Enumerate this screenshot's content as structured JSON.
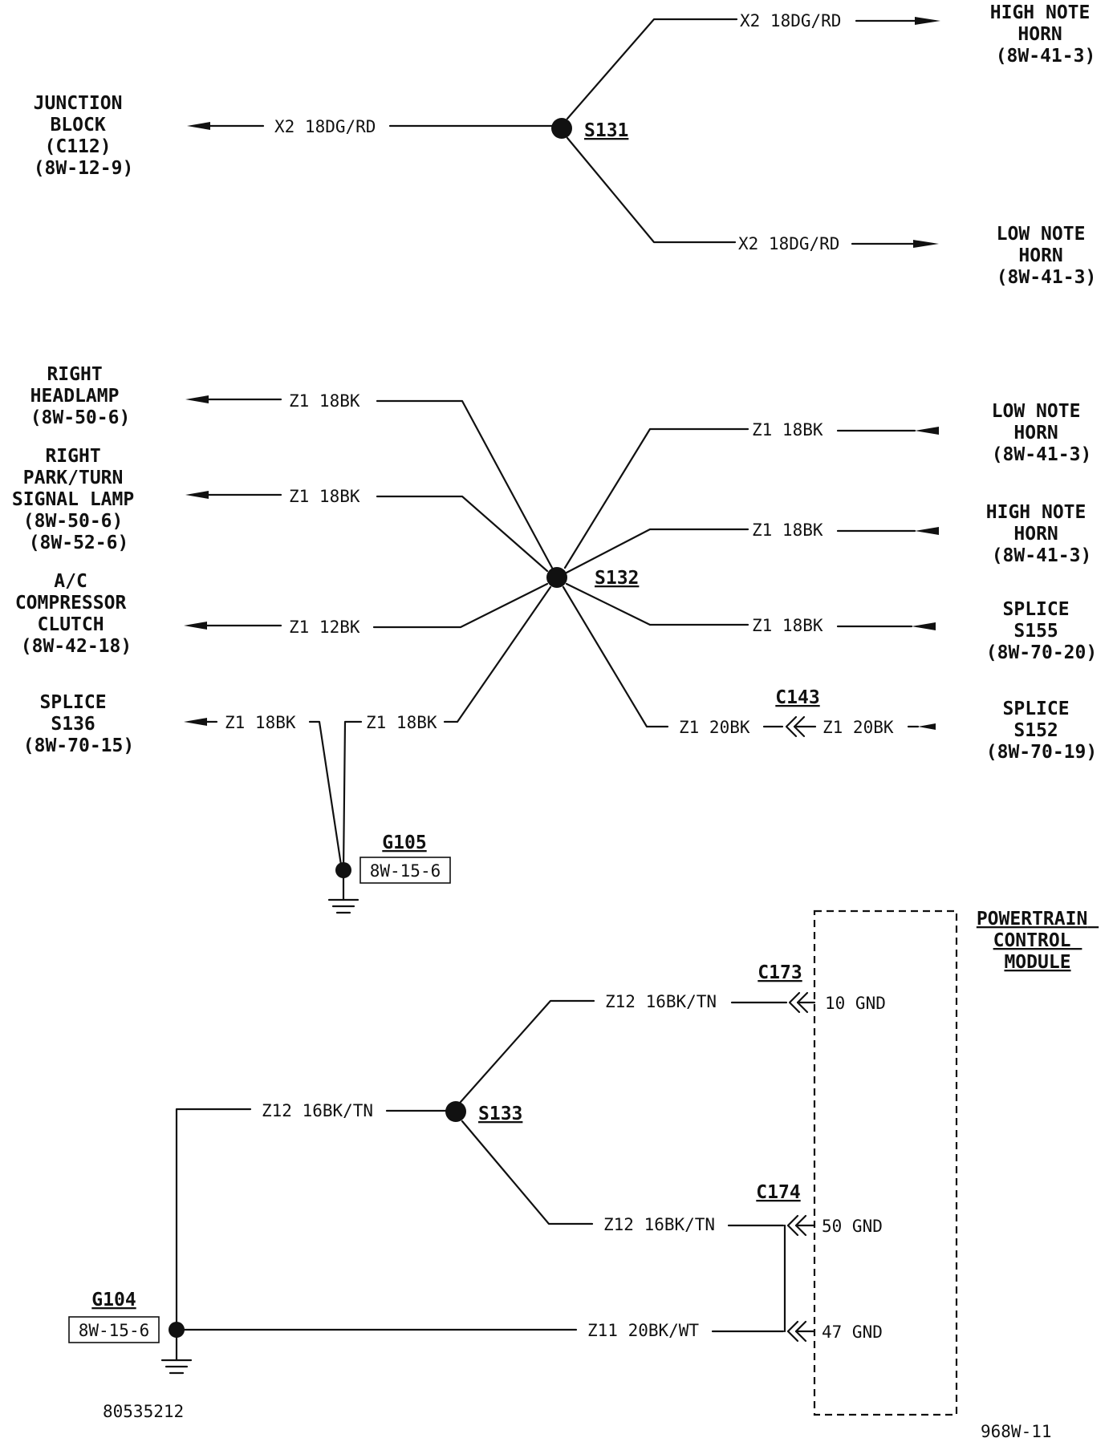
{
  "splices": {
    "s131": "S131",
    "s132": "S132",
    "s133": "S133"
  },
  "wires": {
    "x2_18dgrd": "X2 18DG/RD",
    "z1_18bk": "Z1 18BK",
    "z1_12bk": "Z1 12BK",
    "z1_20bk": "Z1 20BK",
    "z12_16bktn": "Z12 16BK/TN",
    "z11_20bkwt": "Z11 20BK/WT"
  },
  "components": {
    "junction_block": [
      "JUNCTION",
      "BLOCK",
      "(C112)",
      "(8W-12-9)"
    ],
    "high_note_horn_1": [
      "HIGH NOTE",
      "HORN",
      "(8W-41-3)"
    ],
    "low_note_horn_1": [
      "LOW NOTE",
      "HORN",
      "(8W-41-3)"
    ],
    "right_headlamp": [
      "RIGHT",
      "HEADLAMP",
      "(8W-50-6)"
    ],
    "right_park_turn": [
      "RIGHT",
      "PARK/TURN",
      "SIGNAL LAMP",
      "(8W-50-6)",
      "(8W-52-6)"
    ],
    "ac_clutch": [
      "A/C",
      "COMPRESSOR",
      "CLUTCH",
      "(8W-42-18)"
    ],
    "splice_s136": [
      "SPLICE",
      "S136",
      "(8W-70-15)"
    ],
    "low_note_horn_2": [
      "LOW NOTE",
      "HORN",
      "(8W-41-3)"
    ],
    "high_note_horn_2": [
      "HIGH NOTE",
      "HORN",
      "(8W-41-3)"
    ],
    "splice_s155": [
      "SPLICE",
      "S155",
      "(8W-70-20)"
    ],
    "splice_s152": [
      "SPLICE",
      "S152",
      "(8W-70-19)"
    ],
    "pcm": [
      "POWERTRAIN",
      "CONTROL",
      "MODULE"
    ]
  },
  "connectors": {
    "c143": "C143",
    "c173": "C173",
    "c174": "C174"
  },
  "grounds": {
    "g105": "G105",
    "g105_ref": "8W-15-6",
    "g104": "G104",
    "g104_ref": "8W-15-6"
  },
  "pins": {
    "p10": "10 GND",
    "p50": "50 GND",
    "p47": "47 GND"
  },
  "footer": {
    "left_id": "80535212",
    "right_id": "968W-11"
  }
}
